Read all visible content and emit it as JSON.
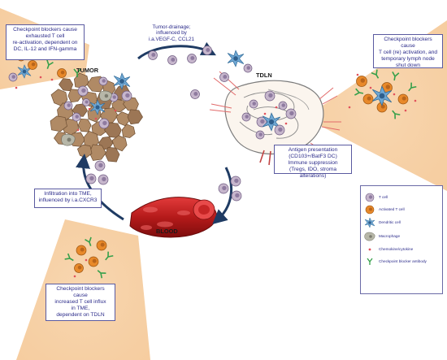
{
  "colors": {
    "beam": "#f6cfa4",
    "t_cell": "#c6b6cc",
    "t_cell_nucleus": "#8f7ba0",
    "activated_t_cell": "#e8892a",
    "dendritic_cell": "#6fa7d3",
    "macrophage": "#b7b7a8",
    "tumor_cell": "#b08a65",
    "blood_vessel": "#b51a1a",
    "arrow": "#1f3b63",
    "antibody": "#35a04a",
    "chemokine": "#e2515b",
    "box_text": "#2b2b8a"
  },
  "labels": {
    "tumor": "TUMOR",
    "tdln": "TDLN",
    "blood": "BLOOD"
  },
  "boxes": {
    "top_left": "Checkpoint blockers cause\nexhausted T cell\nre-activation, dependent on\nDC, IL-12 and IFN-gamma",
    "top_right": "Checkpoint blockers cause\nT cell (re) activation, and\ntemporary lymph node\nshut down",
    "infiltration": "Infiltration into TME,\ninfluenced by i.a.CXCR3",
    "antigen": "Antigen presentation\n(CD103+/BatF3 DC)\nImmune suppression\n(Tregs, IDO, stroma alterations)",
    "bottom_left": "Checkpoint blockers cause\nincreased T cell influx\nin TME,\ndependent on TDLN"
  },
  "texts": {
    "drainage": "Tumor-drainage;\ninfluenced by\ni.a.VEGF-C, CCL21"
  },
  "legend": {
    "items": [
      {
        "name": "t-cell",
        "label": "T cell"
      },
      {
        "name": "activated-t-cell",
        "label": "Activated T cell"
      },
      {
        "name": "dendritic-cell",
        "label": "Dendritic cell"
      },
      {
        "name": "macrophage",
        "label": "Macrophage"
      },
      {
        "name": "chemokine",
        "label": "Chemokine/cytokine"
      },
      {
        "name": "antibody",
        "label": "Checkpoint blocker antibody"
      }
    ]
  }
}
